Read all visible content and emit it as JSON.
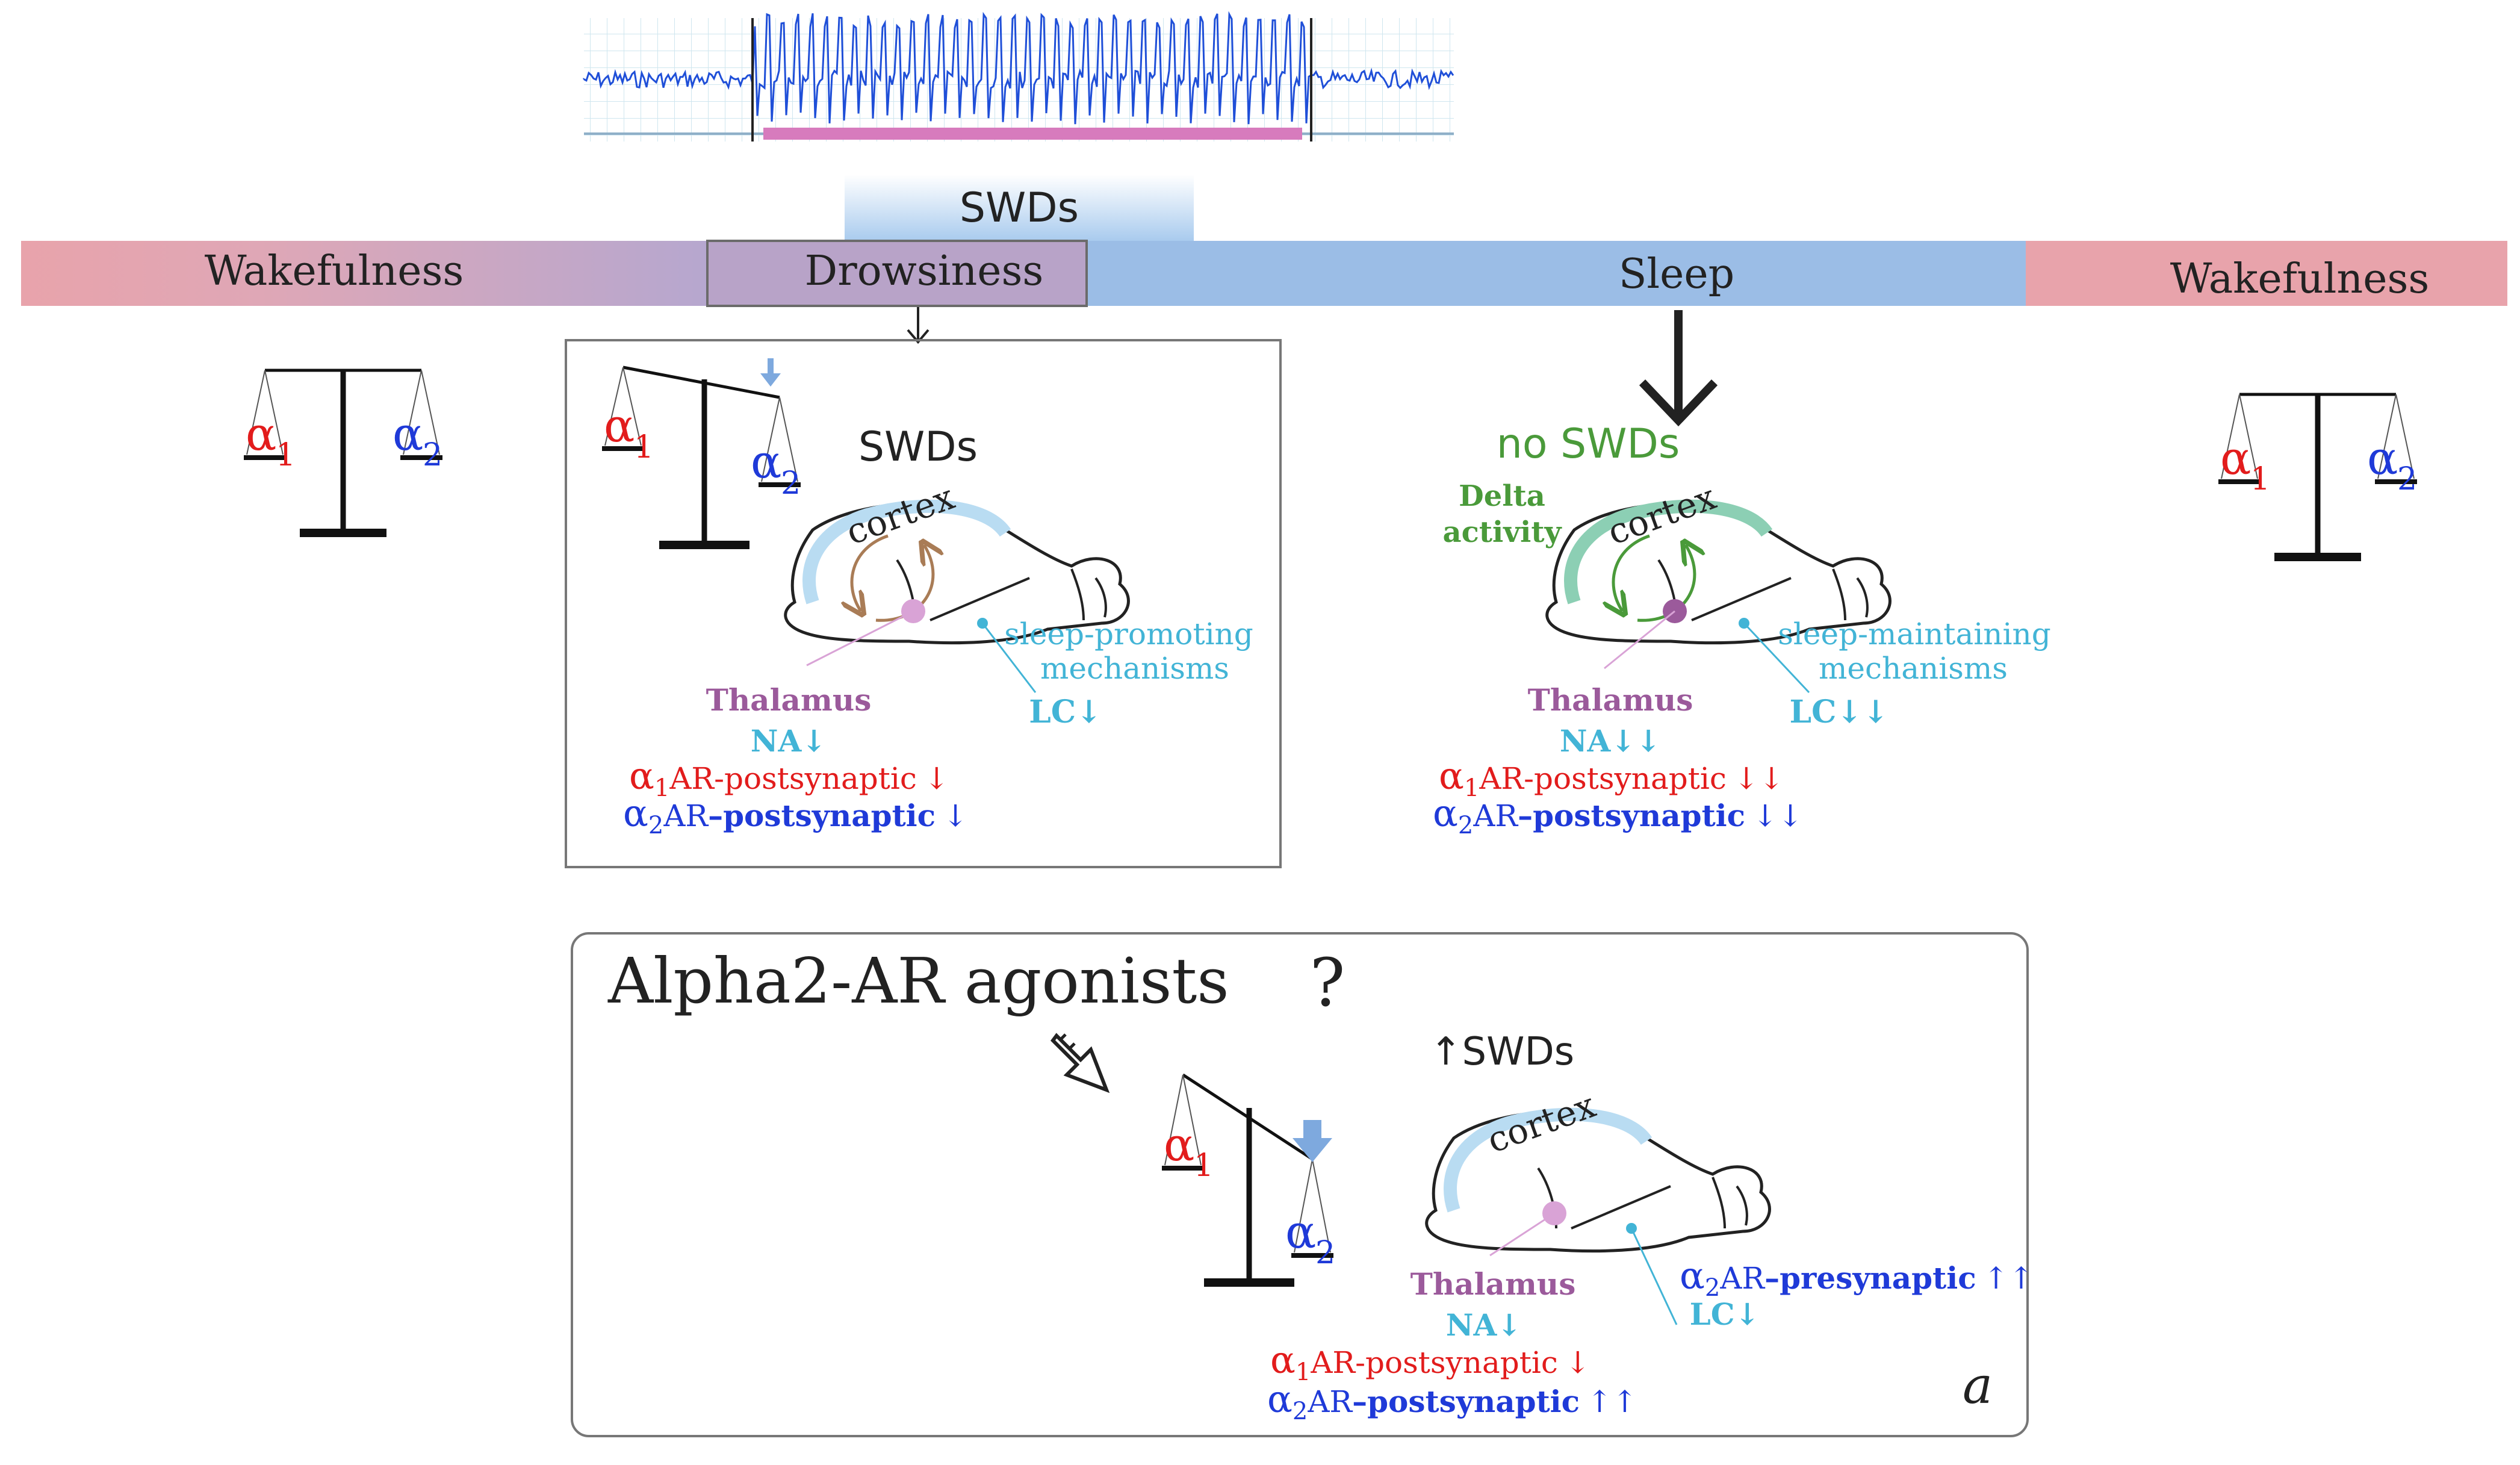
{
  "colors": {
    "wake": "#e8a3ab",
    "sleep": "#9bbde6",
    "swd_bar": "#b9d6f2",
    "eeg": "#1f4fd8",
    "marker": "#d77bbd",
    "alpha1": "#e21c1c",
    "alpha2": "#1f3ad8",
    "thalamus": "#9b5a9b",
    "lc": "#42b4d6",
    "green": "#4a9a3a",
    "cortex_light": "#b9dcf2",
    "cortex_green": "#8ccfb4"
  },
  "timeline": {
    "wake_left": "Wakefulness",
    "drowsiness": "Drowsiness",
    "sleep": "Sleep",
    "wake_right": "Wakefulness",
    "swds": "SWDs"
  },
  "scale": {
    "alpha": "α",
    "sub1": "1",
    "sub2": "2"
  },
  "drowsy_panel": {
    "title": "SWDs",
    "cortex": "cortex",
    "sleep_line1": "sleep-promoting",
    "sleep_line2": "mechanisms",
    "lc": "LC↓",
    "thalamus": "Thalamus",
    "na": "NA↓",
    "a1_suffix": "AR-postsynaptic",
    "a1_arrow": "↓",
    "a2_prefix": "AR",
    "a2_bold": "–postsynaptic",
    "a2_arrow": "↓"
  },
  "sleep_panel": {
    "title": "no SWDs",
    "delta1": "Delta",
    "delta2": "activity",
    "cortex": "cortex",
    "sleep_line1": "sleep-maintaining",
    "sleep_line2": "mechanisms",
    "lc": "LC↓↓",
    "thalamus": "Thalamus",
    "na": "NA↓↓",
    "a1_suffix": "AR-postsynaptic",
    "a1_arrow": "↓↓",
    "a2_prefix": "AR",
    "a2_bold": "–postsynaptic",
    "a2_arrow": "↓↓"
  },
  "agonist_panel": {
    "title": "Alpha2-AR agonists",
    "question": "?",
    "swds": "↑SWDs",
    "cortex": "cortex",
    "thalamus": "Thalamus",
    "na": "NA↓",
    "pre_prefix": "AR",
    "pre_bold": "–presynaptic",
    "pre_arrow": "↑↑",
    "lc": "LC↓",
    "a1_suffix": "AR-postsynaptic",
    "a1_arrow": "↓",
    "a2_prefix": "AR",
    "a2_bold": "–postsynaptic",
    "a2_arrow": "↑↑",
    "panel_letter": "a"
  }
}
